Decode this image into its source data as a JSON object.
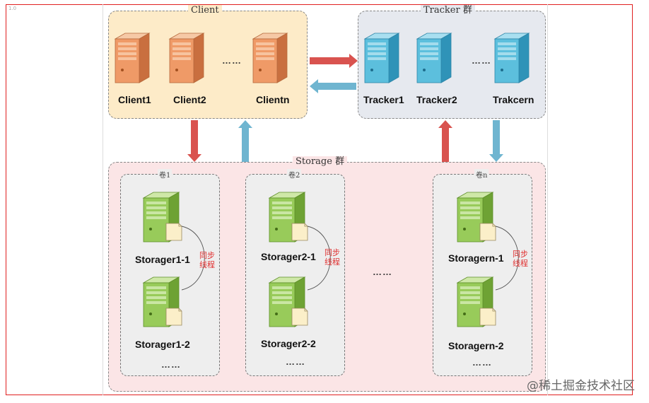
{
  "corner_mark": "1.0",
  "client_group": {
    "title": "Client",
    "nodes": [
      "Client1",
      "Client2",
      "Clientn"
    ],
    "ellipsis": "……"
  },
  "tracker_group": {
    "title": "Tracker 群",
    "nodes": [
      "Tracker1",
      "Tracker2",
      "Trakcern"
    ],
    "ellipsis": "……"
  },
  "storage_group": {
    "title": "Storage 群",
    "between_volumes_ellipsis": "……",
    "volumes": [
      {
        "title": "卷1",
        "top": "Storager1-1",
        "bottom": "Storager1-2",
        "more": "……"
      },
      {
        "title": "卷2",
        "top": "Storager2-1",
        "bottom": "Storager2-2",
        "more": "……"
      },
      {
        "title": "卷n",
        "top": "Storagern-1",
        "bottom": "Storagern-2",
        "more": "……"
      }
    ],
    "sync_label_line1": "同步",
    "sync_label_line2": "线程"
  },
  "watermark": "@稀土掘金技术社区",
  "colors": {
    "client_fill": "#fdebc8",
    "tracker_fill": "#e6e9ef",
    "storage_fill": "#fbe5e6",
    "client_server": "#e8935e",
    "tracker_server": "#58b8d6",
    "storage_server": "#8cc152",
    "arrow_red": "#d9534f",
    "arrow_blue": "#6fb5d0",
    "sync_text": "#e03030",
    "frame": "#e02020"
  }
}
